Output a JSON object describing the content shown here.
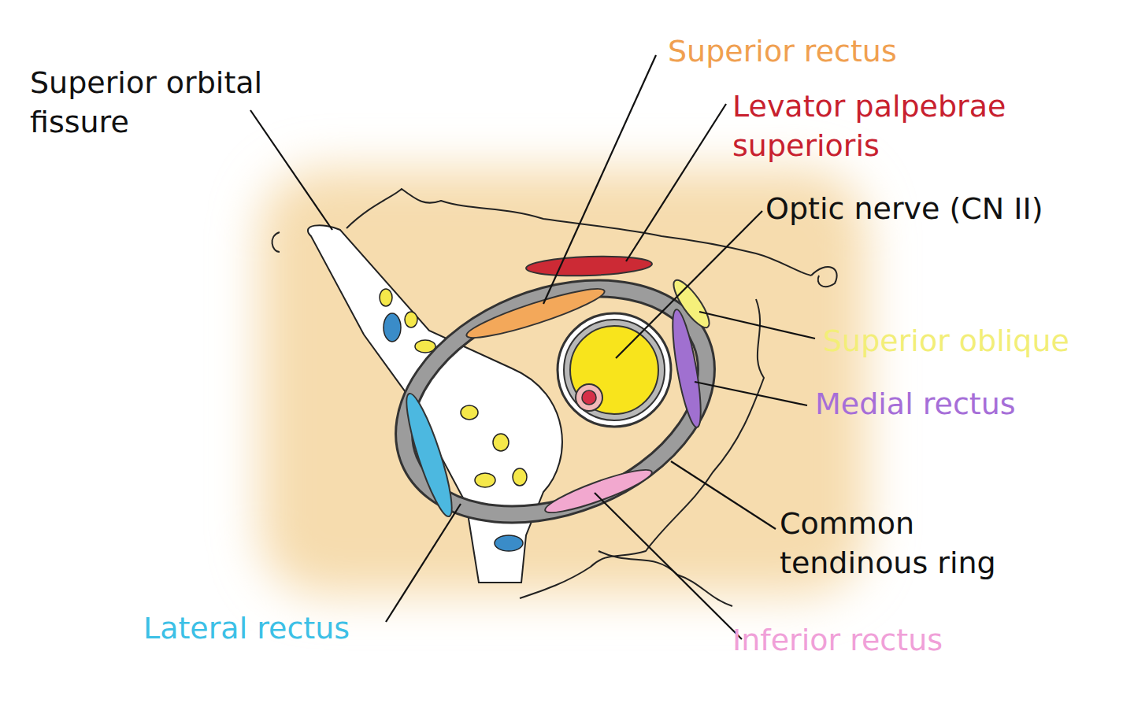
{
  "diagram": {
    "labels": [
      "Superior orbital fissure",
      "Superior rectus",
      "Levator palpebrae superioris",
      "Optic nerve (CN II)",
      "Superior oblique",
      "Medial rectus",
      "Common tendinous ring",
      "Lateral rectus",
      "Inferior rectus"
    ]
  }
}
